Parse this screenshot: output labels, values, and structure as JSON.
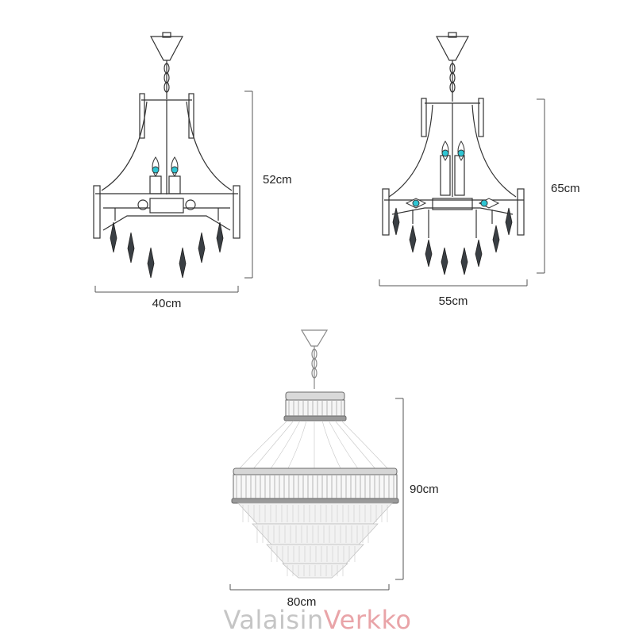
{
  "diagrams": [
    {
      "label": "small-chandelier",
      "width_label": "40cm",
      "height_label": "52cm"
    },
    {
      "label": "medium-chandelier",
      "width_label": "55cm",
      "height_label": "65cm"
    },
    {
      "label": "large-chandelier",
      "width_label": "80cm",
      "height_label": "90cm"
    }
  ],
  "logo": {
    "part1": "Valaisin",
    "part2": "Verkko"
  },
  "colors": {
    "line": "#333333",
    "dim": "#555555",
    "bulb": "#2ec5d3",
    "logo_grey": "#c5c5c5",
    "logo_pink": "#e9a4a8"
  }
}
